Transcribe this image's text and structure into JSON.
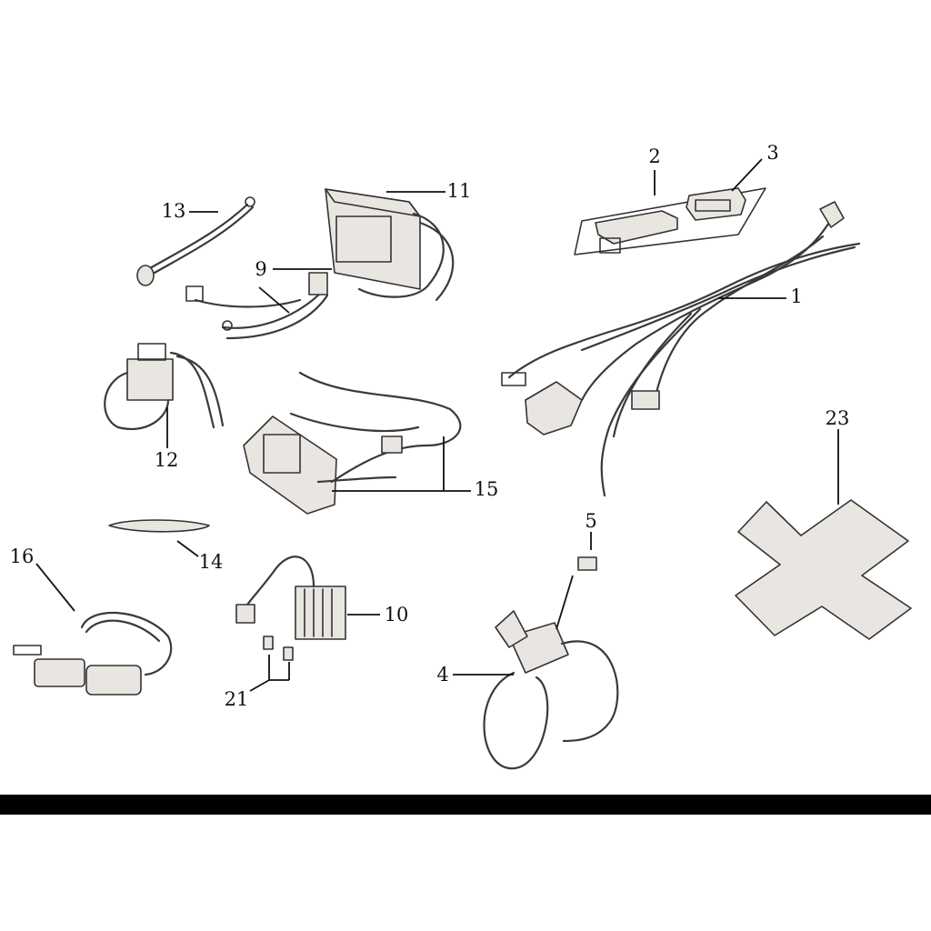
{
  "diagram": {
    "callouts": {
      "c1": "1",
      "c2": "2",
      "c3": "3",
      "c4": "4",
      "c5": "5",
      "c9": "9",
      "c10": "10",
      "c11": "11",
      "c12": "12",
      "c13": "13",
      "c14": "14",
      "c15": "15",
      "c16": "16",
      "c21": "21",
      "c23": "23"
    },
    "colors": {
      "line": "#333333",
      "part_fill": "#e9e6e1",
      "bar": "#000000"
    }
  }
}
